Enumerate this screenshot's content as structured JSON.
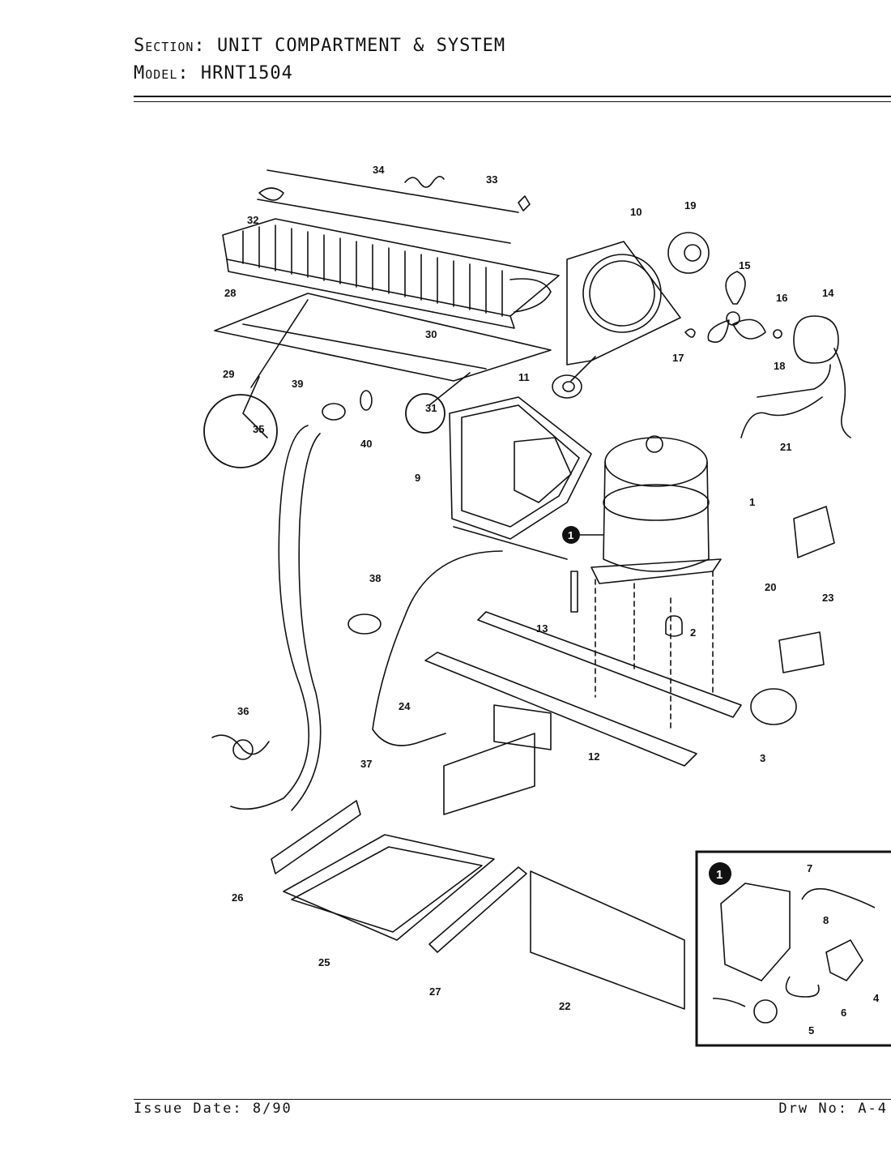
{
  "header": {
    "section_label": "Section:",
    "section_value": "UNIT COMPARTMENT & SYSTEM",
    "model_label": "Model:",
    "model_value": "HRNT1504"
  },
  "footer": {
    "issue_label": "Issue Date:",
    "issue_value": "8/90",
    "drawing_label": "Drw No:",
    "drawing_value": "A-4"
  },
  "inset": {
    "marker": "1"
  },
  "callouts": {
    "p1": "1",
    "p2": "2",
    "p3": "3",
    "p4": "4",
    "p5": "5",
    "p6": "6",
    "p7": "7",
    "p8": "8",
    "p9": "9",
    "p10": "10",
    "p11": "11",
    "p12": "12",
    "p13": "13",
    "p14": "14",
    "p15": "15",
    "p16": "16",
    "p17": "17",
    "p18": "18",
    "p19": "19",
    "p20": "20",
    "p21": "21",
    "p22": "22",
    "p23": "23",
    "p24": "24",
    "p25": "25",
    "p26": "26",
    "p27": "27",
    "p28": "28",
    "p29": "29",
    "p30": "30",
    "p31": "31",
    "p32": "32",
    "p33": "33",
    "p34": "34",
    "p35": "35",
    "p36": "36",
    "p37": "37",
    "p38": "38",
    "p39": "39",
    "p40": "40"
  }
}
